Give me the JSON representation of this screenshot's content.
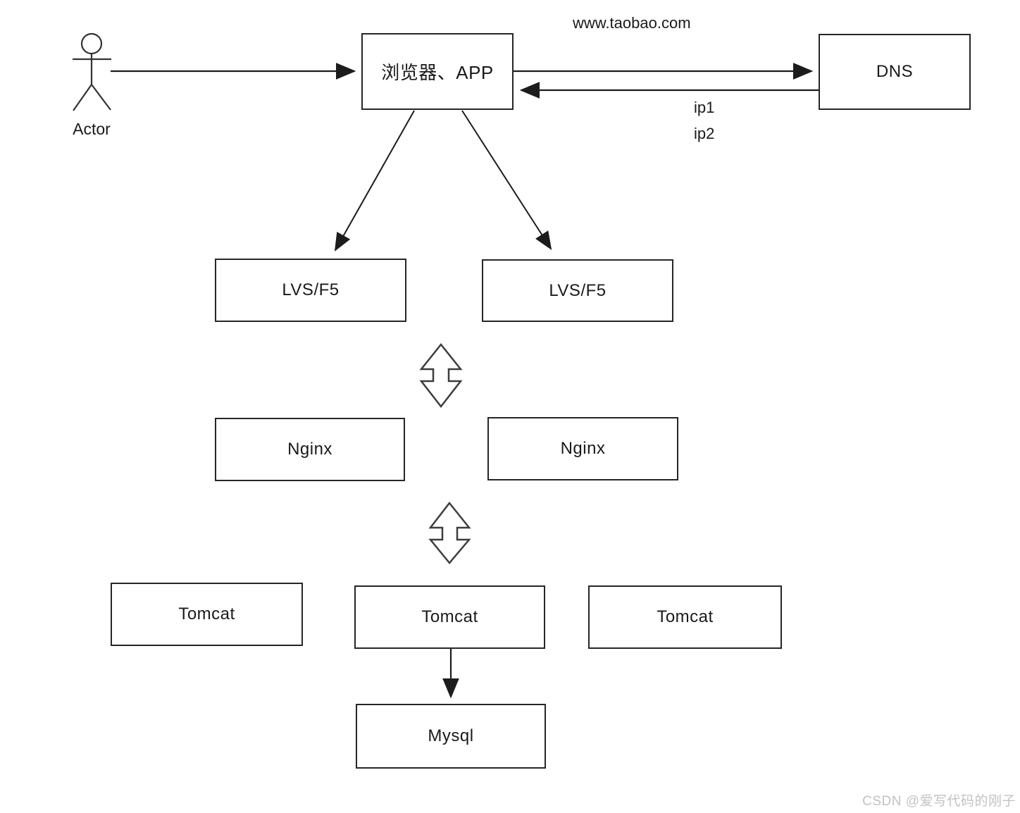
{
  "diagram": {
    "nodes": {
      "browser": "浏览器、APP",
      "dns": "DNS",
      "lvs1": "LVS/F5",
      "lvs2": "LVS/F5",
      "nginx1": "Nginx",
      "nginx2": "Nginx",
      "tomcat1": "Tomcat",
      "tomcat2": "Tomcat",
      "tomcat3": "Tomcat",
      "mysql": "Mysql"
    },
    "labels": {
      "actor": "Actor",
      "domain": "www.taobao.com",
      "ip1": "ip1",
      "ip2": "ip2"
    },
    "edges": [
      {
        "from": "Actor",
        "to": "浏览器、APP",
        "type": "arrow"
      },
      {
        "from": "浏览器、APP",
        "to": "DNS",
        "type": "arrow",
        "label": "www.taobao.com"
      },
      {
        "from": "DNS",
        "to": "浏览器、APP",
        "type": "arrow",
        "label": "ip1 ip2"
      },
      {
        "from": "浏览器、APP",
        "to": "LVS/F5 (left)",
        "type": "arrow"
      },
      {
        "from": "浏览器、APP",
        "to": "LVS/F5 (right)",
        "type": "arrow"
      },
      {
        "from": "LVS/F5 row",
        "to": "Nginx row",
        "type": "double-arrow"
      },
      {
        "from": "Nginx row",
        "to": "Tomcat row",
        "type": "double-arrow"
      },
      {
        "from": "Tomcat (middle)",
        "to": "Mysql",
        "type": "arrow"
      }
    ],
    "colors": {
      "stroke": "#2b2b2b",
      "text": "#1a1a1a",
      "background": "#ffffff",
      "watermark_text": "#c2c2c2"
    }
  },
  "watermark": "CSDN @爱写代码的刚子"
}
